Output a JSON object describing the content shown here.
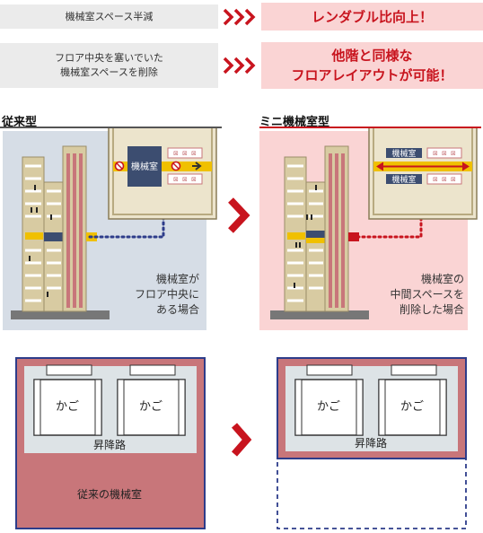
{
  "rows": [
    {
      "label_lines": [
        "機械室スペース半減"
      ],
      "result_lines": [
        "レンダブル比向上！"
      ]
    },
    {
      "label_lines": [
        "フロア中央を塞いでいた",
        "機械室スペースを削除"
      ],
      "result_lines": [
        "他階と同様な",
        "フロアレイアウトが可能！"
      ]
    }
  ],
  "left_panel": {
    "title": "従来型",
    "machine_room_label": "機械室",
    "caption_lines": [
      "機械室が",
      "フロア中央に",
      "ある場合"
    ]
  },
  "right_panel": {
    "title": "ミニ機械室型",
    "machine_room_label": "機械室",
    "caption_lines": [
      "機械室の",
      "中間スペースを",
      "削除した場合"
    ]
  },
  "plan_left": {
    "car_labels": [
      "かご",
      "かご"
    ],
    "shaft_label": "昇降路",
    "machine_room_label": "従来の機械室"
  },
  "plan_right": {
    "car_labels": [
      "かご",
      "かご"
    ],
    "shaft_label": "昇降路"
  },
  "colors": {
    "accent_red": "#c8141e",
    "pink_bg": "#fad4d4",
    "gray_bg": "#ebebeb",
    "machine_room_pink": "#c8767a",
    "navy": "#3c4d70",
    "building_tan": "#d8cba2"
  }
}
